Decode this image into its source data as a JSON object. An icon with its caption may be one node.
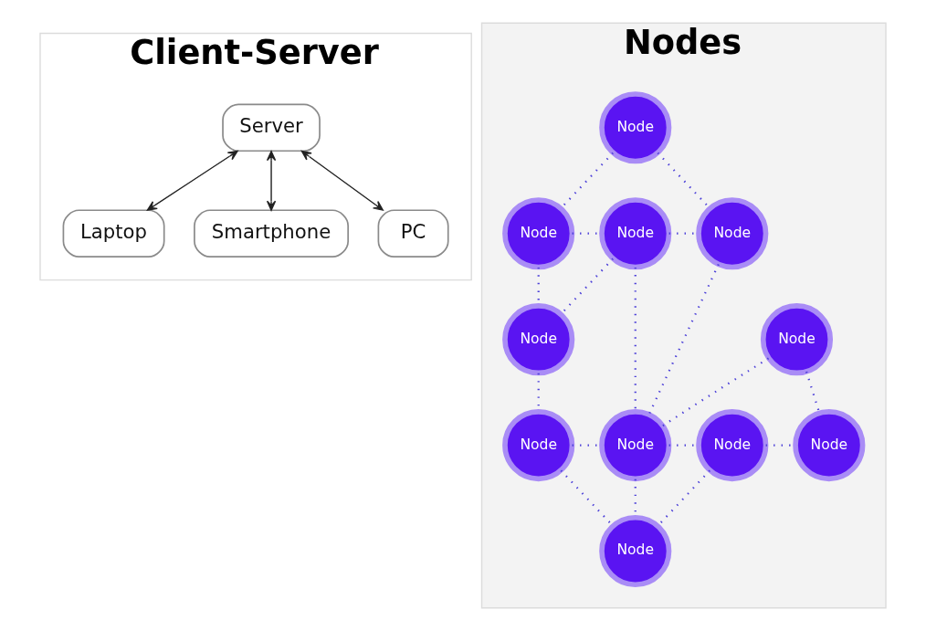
{
  "diagram": {
    "nodes": [
      {
        "text": [
          "Client-Server"
        ]
      },
      {
        "text": [
          "Server"
        ],
        "in": 0
      },
      {
        "text": [
          "Laptop"
        ],
        "in": 0
      },
      {
        "text": [
          "Smartphone"
        ],
        "in": 0
      },
      {
        "text": [
          "PC"
        ],
        "in": 0
      },
      {
        "text": [
          "Nodes"
        ]
      },
      {
        "text": [
          "Node"
        ],
        "in": 5
      },
      {
        "text": [
          "Node"
        ],
        "in": 5
      },
      {
        "text": [
          "Node"
        ],
        "in": 5
      },
      {
        "text": [
          "Node"
        ],
        "in": 5
      },
      {
        "text": [
          "Node"
        ],
        "in": 5
      },
      {
        "text": [
          "Node"
        ],
        "in": 5
      },
      {
        "text": [
          "Node"
        ],
        "in": 5
      },
      {
        "text": [
          "Node"
        ],
        "in": 5
      },
      {
        "text": [
          "Node"
        ],
        "in": 5
      },
      {
        "text": [
          "Node"
        ],
        "in": 5
      },
      {
        "text": [
          "Node"
        ],
        "in": 5
      }
    ],
    "edges": [
      {
        "from": 1,
        "to": 2,
        "arrow": "both",
        "color": "#222222"
      },
      {
        "from": 1,
        "to": 3,
        "arrow": "both",
        "color": "#222222"
      },
      {
        "from": 1,
        "to": 4,
        "arrow": "both",
        "color": "#222222"
      },
      {
        "from": 6,
        "to": 7,
        "arrow": "none",
        "style": "dashed"
      },
      {
        "from": 6,
        "to": 9,
        "arrow": "none",
        "style": "dashed"
      },
      {
        "from": 7,
        "to": 8,
        "arrow": "none",
        "style": "dashed"
      },
      {
        "from": 7,
        "to": 10,
        "arrow": "none",
        "style": "dashed"
      },
      {
        "from": 8,
        "to": 9,
        "arrow": "none",
        "style": "dashed"
      },
      {
        "from": 8,
        "to": 10,
        "arrow": "none",
        "style": "dashed"
      },
      {
        "from": 8,
        "to": 13,
        "arrow": "none",
        "style": "dashed"
      },
      {
        "from": 9,
        "to": 13,
        "arrow": "none",
        "style": "dashed"
      },
      {
        "from": 11,
        "to": 13,
        "arrow": "none",
        "style": "dashed"
      },
      {
        "from": 11,
        "to": 15,
        "arrow": "none",
        "style": "dashed"
      },
      {
        "from": 10,
        "to": 12,
        "arrow": "none",
        "style": "dashed"
      },
      {
        "from": 12,
        "to": 13,
        "arrow": "none",
        "style": "dashed"
      },
      {
        "from": 12,
        "to": 16,
        "arrow": "none",
        "style": "dashed"
      },
      {
        "from": 13,
        "to": 14,
        "arrow": "none",
        "style": "dashed"
      },
      {
        "from": 13,
        "to": 16,
        "arrow": "none",
        "style": "dashed"
      },
      {
        "from": 14,
        "to": 15,
        "arrow": "none",
        "style": "dashed"
      },
      {
        "from": 14,
        "to": 16,
        "arrow": "none",
        "style": "dashed"
      }
    ]
  }
}
